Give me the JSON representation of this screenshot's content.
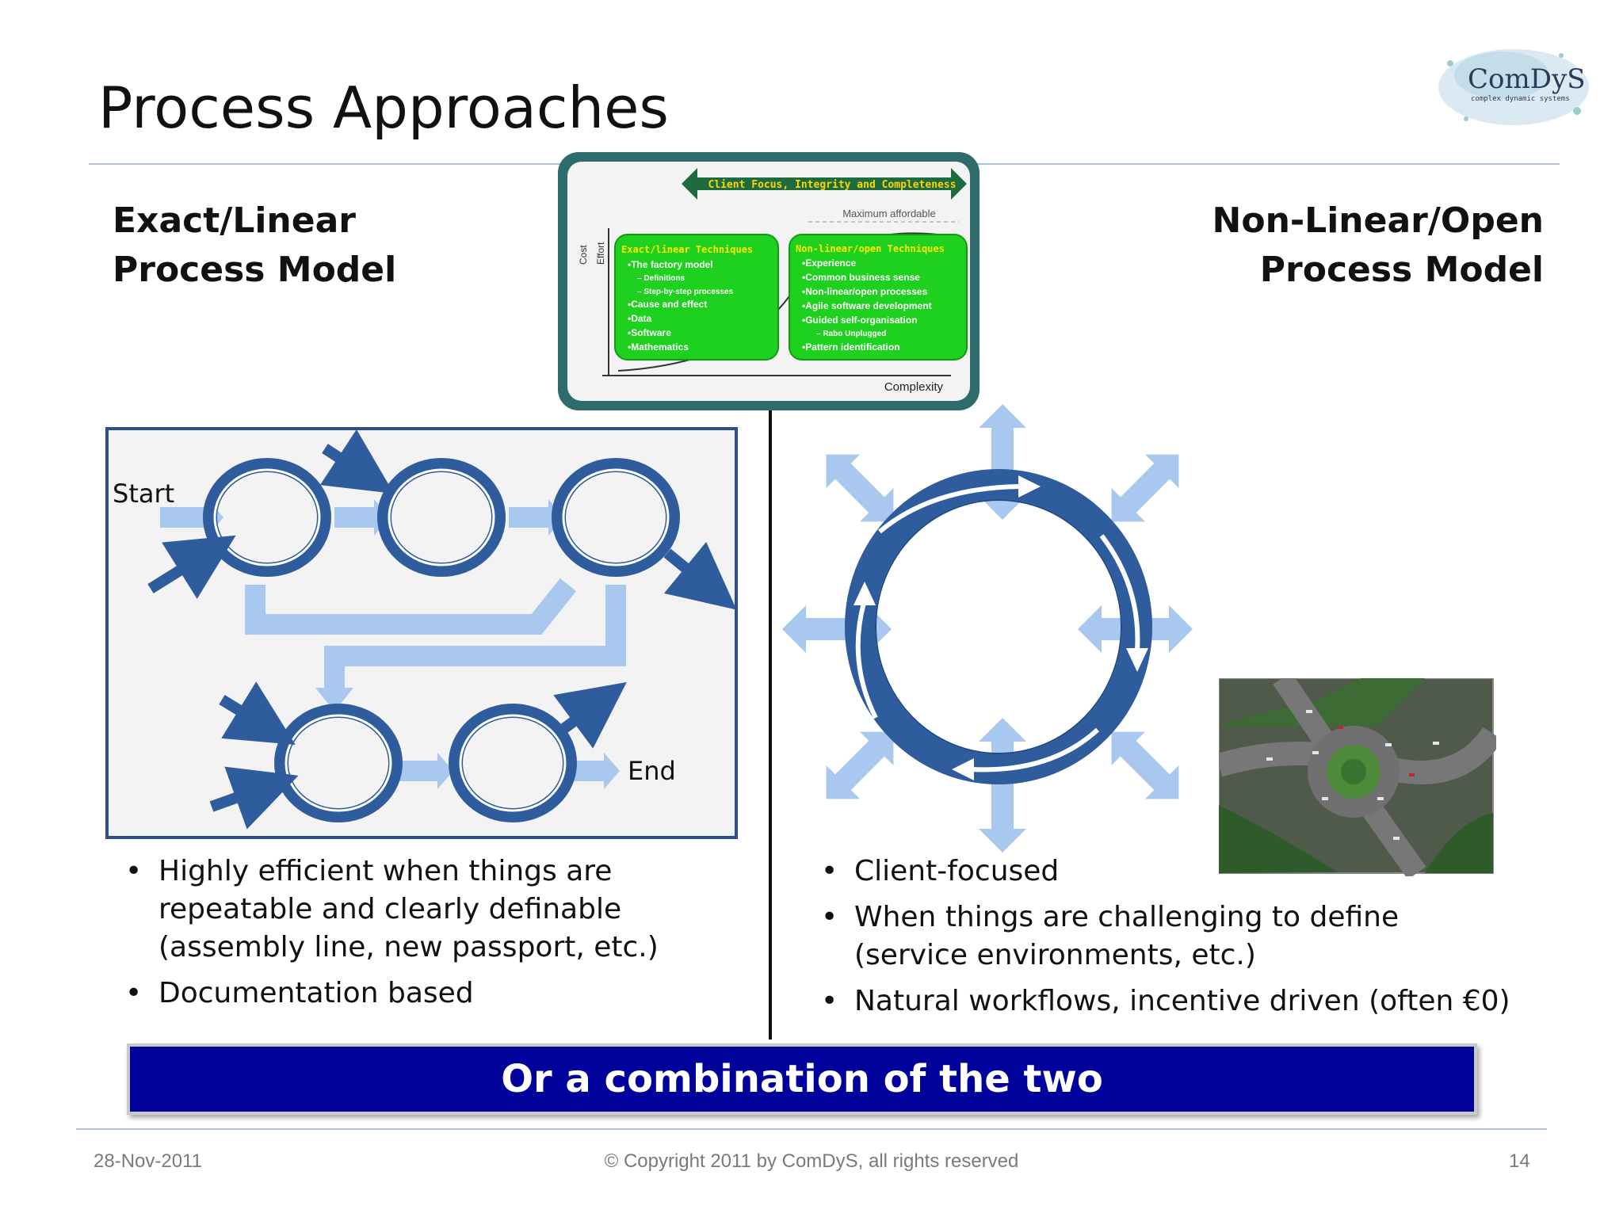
{
  "slide": {
    "title": "Process Approaches",
    "left_heading_line1": "Exact/Linear",
    "left_heading_line2": "Process Model",
    "right_heading_line1": "Non-Linear/Open",
    "right_heading_line2": "Process Model",
    "banner": "Or a combination of the two"
  },
  "logo": {
    "name": "ComDyS",
    "tagline": "complex dynamic systems"
  },
  "inset_chart": {
    "arrow_label": "Client Focus, Integrity and Completeness",
    "max_label": "Maximum affordable",
    "y_label1": "Cost",
    "y_label2": "Effort",
    "x_label": "Complexity",
    "left_box": {
      "title": "Exact/linear Techniques",
      "items": [
        "•The factory model",
        "– Definitions",
        "– Step-by-step processes",
        "•Cause and effect",
        "•Data",
        "•Software",
        "•Mathematics"
      ]
    },
    "right_box": {
      "title": "Non-linear/open Techniques",
      "items": [
        "•Experience",
        "•Common business sense",
        "•Non-linear/open processes",
        "•Agile software development",
        "•Guided self-organisation",
        "– Rabo Unplugged",
        "•Pattern identification"
      ]
    }
  },
  "linear_diagram": {
    "start_label": "Start",
    "end_label": "End"
  },
  "left_bullets": [
    "Highly efficient when things are repeatable and clearly definable (assembly line, new passport, etc.)",
    "Documentation based"
  ],
  "right_bullets": [
    "Client-focused",
    "When things are challenging to define (service environments, etc.)",
    "Natural workflows, incentive driven (often €0)"
  ],
  "footer": {
    "date": "28-Nov-2011",
    "copyright": "© Copyright 2011 by ComDyS, all rights reserved",
    "page": "14"
  },
  "colors": {
    "banner_bg": "#00009a",
    "ring_blue": "#2e5c9c",
    "arrow_light": "#a9c8ef",
    "green_box": "#1fd11f",
    "teal_frame": "#2e6b6b"
  }
}
